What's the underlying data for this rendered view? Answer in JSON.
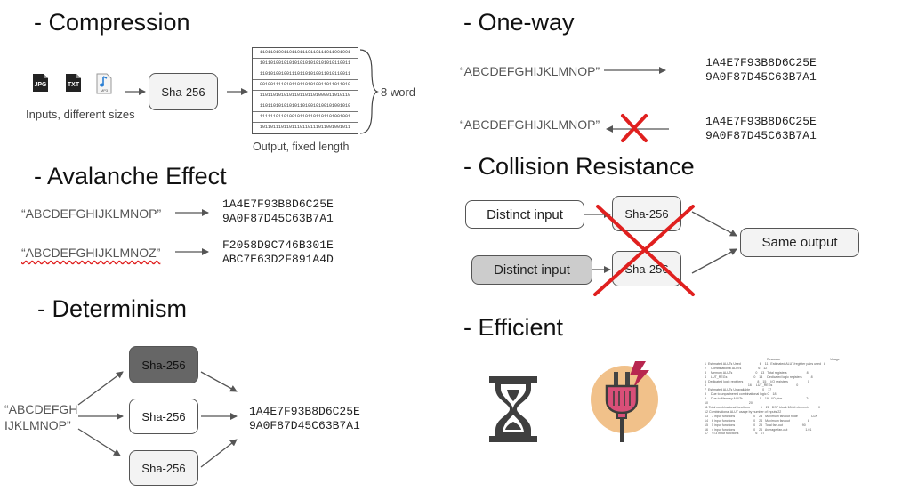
{
  "headings": {
    "compression": "- Compression",
    "avalanche": "- Avalanche Effect",
    "determinism": "- Determinism",
    "oneway": "- One-way",
    "collision": "- Collision Resistance",
    "efficient": "- Efficient"
  },
  "compression": {
    "icons": [
      {
        "label": "JPG",
        "icon": "jpg-file-icon"
      },
      {
        "label": "TXT",
        "icon": "txt-file-icon"
      },
      {
        "label": "MP3",
        "icon": "mp3-file-icon"
      }
    ],
    "inputs_label": "Inputs, different sizes",
    "sha_label": "Sha-256",
    "output_rows": [
      "1101101001101101110110111011001001",
      "1011010010101010101010101010110011",
      "1101010010011101101010011010110011",
      "0010011110101101101010011011011010",
      "1101101010101101101101000011010110",
      "1101101010101011010010100101001010",
      "1111110110100101101101101101001001",
      "1011011101101110110111011001001011"
    ],
    "word_label": "8 word",
    "output_label": "Output, fixed length"
  },
  "avalanche": {
    "input1": "“ABCDEFGHIJKLMNOP”",
    "hash1_line1": "1A4E7F93B8D6C25E",
    "hash1_line2": "9A0F87D45C63B7A1",
    "input2": "“ABCDEFGHIJKLMNOZ”",
    "hash2_line1": "F2058D9C746B301E",
    "hash2_line2": "ABC7E63D2F891A4D"
  },
  "determinism": {
    "input_line1": "“ABCDEFGH",
    "input_line2": "IJKLMNOP”",
    "sha_labels": [
      "Sha-256",
      "Sha-256",
      "Sha-256"
    ],
    "hash_line1": "1A4E7F93B8D6C25E",
    "hash_line2": "9A0F87D45C63B7A1"
  },
  "oneway": {
    "input1": "“ABCDEFGHIJKLMNOP”",
    "hash1_line1": "1A4E7F93B8D6C25E",
    "hash1_line2": "9A0F87D45C63B7A1",
    "input2": "“ABCDEFGHIJKLMNOP”",
    "hash2_line1": "1A4E7F93B8D6C25E",
    "hash2_line2": "9A0F87D45C63B7A1"
  },
  "collision": {
    "input1": "Distinct input",
    "input2": "Distinct input",
    "sha1": "Sha-256",
    "sha2": "Sha-256",
    "output": "Same output"
  },
  "efficient": {
    "icons": [
      "hourglass-icon",
      "power-plug-icon",
      "resource-table-image"
    ],
    "table_header": [
      "Resource",
      "Usage"
    ],
    "table_rows": [
      "1  Estimated ALUTs Used                     6    11   Estimated ALUT/register pairs used   8",
      "2     Combinational ALUTs                   6    12",
      "3     Memory ALUTs                          0    13   Total registers                      8",
      "4     LUT_REGs                              0    14     Dedicated logic registers          8",
      "5  Dedicated logic registers                8    15     I/O registers                      0",
      "6                                               16     LUT_REGs                           0",
      "7  Estimated ALUTs Unavailable              0    17",
      "8     Due to unpartnered combinational logic 0    18",
      "9     Due to Memory ALUTs                   0    19   I/O pins                           74",
      "10                                              20",
      "11 Total combinational functions            6    21   DSP block 18-bit elements          0",
      "12 Combinational ALUT usage by number of inputs 22",
      "13    7 input functions                     0    23   Maximum fan-out node               CLK",
      "14    6 input functions                     0    24   Maximum fan-out                    8",
      "15    5 input functions                     0    25   Total fan-out                      90",
      "16    4 input functions                     0    26   Average fan-out                    1.01",
      "17    <=3 input functions                   6    27"
    ]
  },
  "colors": {
    "red_cross": "#e0201f",
    "box_border": "#555555",
    "box_fill": "#f3f3f3",
    "dark_box": "#666666",
    "grey_box": "#cccccc",
    "plug_circle": "#f1c18a",
    "hourglass": "#3f3f3f"
  }
}
